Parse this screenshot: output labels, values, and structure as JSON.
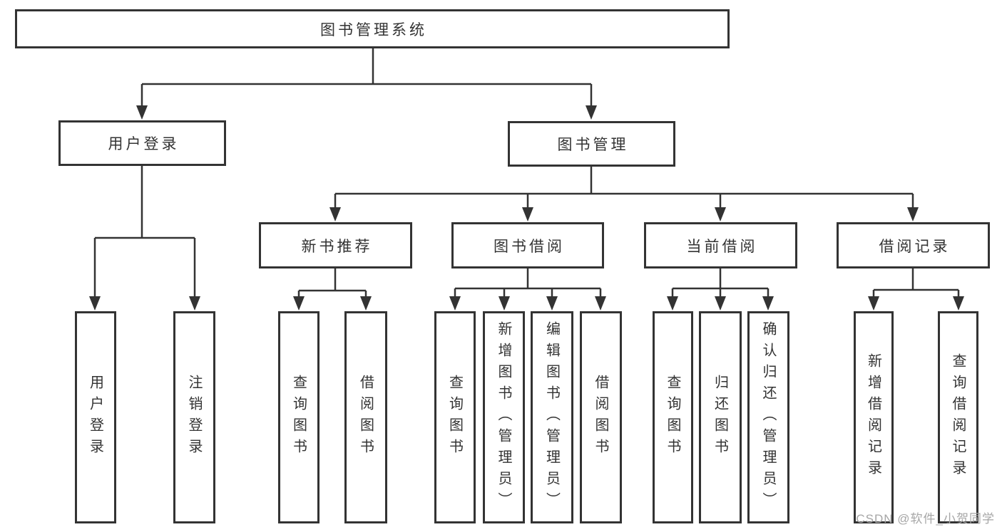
{
  "diagram": {
    "type": "hierarchy-tree",
    "title": "图书管理系统",
    "watermark": "CSDN @软件_小贺同学",
    "colors": {
      "line": "#333333",
      "box_border": "#333333",
      "text": "#333333",
      "background": "#ffffff",
      "watermark": "#a6a6a6"
    },
    "nodes": [
      {
        "id": "root",
        "label": "图书管理系统",
        "level": 1,
        "parent": null
      },
      {
        "id": "user-login",
        "label": "用户登录",
        "level": 2,
        "parent": "root"
      },
      {
        "id": "book-management",
        "label": "图书管理",
        "level": 2,
        "parent": "root"
      },
      {
        "id": "new-book-recommend",
        "label": "新书推荐",
        "level": 3,
        "parent": "book-management"
      },
      {
        "id": "book-borrow",
        "label": "图书借阅",
        "level": 3,
        "parent": "book-management"
      },
      {
        "id": "current-borrow",
        "label": "当前借阅",
        "level": 3,
        "parent": "book-management"
      },
      {
        "id": "borrow-records",
        "label": "借阅记录",
        "level": 3,
        "parent": "book-management"
      },
      {
        "id": "leaf-user-login",
        "label": "用户登录",
        "level": 4,
        "parent": "user-login"
      },
      {
        "id": "leaf-logout",
        "label": "注销登录",
        "level": 4,
        "parent": "user-login"
      },
      {
        "id": "leaf-query-book-1",
        "label": "查询图书",
        "level": 4,
        "parent": "new-book-recommend"
      },
      {
        "id": "leaf-borrow-book-1",
        "label": "借阅图书",
        "level": 4,
        "parent": "new-book-recommend"
      },
      {
        "id": "leaf-query-book-2",
        "label": "查询图书",
        "level": 4,
        "parent": "book-borrow"
      },
      {
        "id": "leaf-add-book",
        "label": "新增图书（管理员）",
        "level": 4,
        "parent": "book-borrow"
      },
      {
        "id": "leaf-edit-book",
        "label": "编辑图书（管理员）",
        "level": 4,
        "parent": "book-borrow"
      },
      {
        "id": "leaf-borrow-book-2",
        "label": "借阅图书",
        "level": 4,
        "parent": "book-borrow"
      },
      {
        "id": "leaf-query-book-3",
        "label": "查询图书",
        "level": 4,
        "parent": "current-borrow"
      },
      {
        "id": "leaf-return-book",
        "label": "归还图书",
        "level": 4,
        "parent": "current-borrow"
      },
      {
        "id": "leaf-confirm-return",
        "label": "确认归还（管理员）",
        "level": 4,
        "parent": "current-borrow"
      },
      {
        "id": "leaf-add-borrow-record",
        "label": "新增借阅记录",
        "level": 4,
        "parent": "borrow-records"
      },
      {
        "id": "leaf-query-borrow-record",
        "label": "查询借阅记录",
        "level": 4,
        "parent": "borrow-records"
      }
    ],
    "hierarchy": {
      "图书管理系统": [
        "用户登录",
        "图书管理"
      ],
      "用户登录": [
        "用户登录",
        "注销登录"
      ],
      "图书管理": [
        "新书推荐",
        "图书借阅",
        "当前借阅",
        "借阅记录"
      ],
      "新书推荐": [
        "查询图书",
        "借阅图书"
      ],
      "图书借阅": [
        "查询图书",
        "新增图书（管理员）",
        "编辑图书（管理员）",
        "借阅图书"
      ],
      "当前借阅": [
        "查询图书",
        "归还图书",
        "确认归还（管理员）"
      ],
      "借阅记录": [
        "新增借阅记录",
        "查询借阅记录"
      ]
    }
  }
}
